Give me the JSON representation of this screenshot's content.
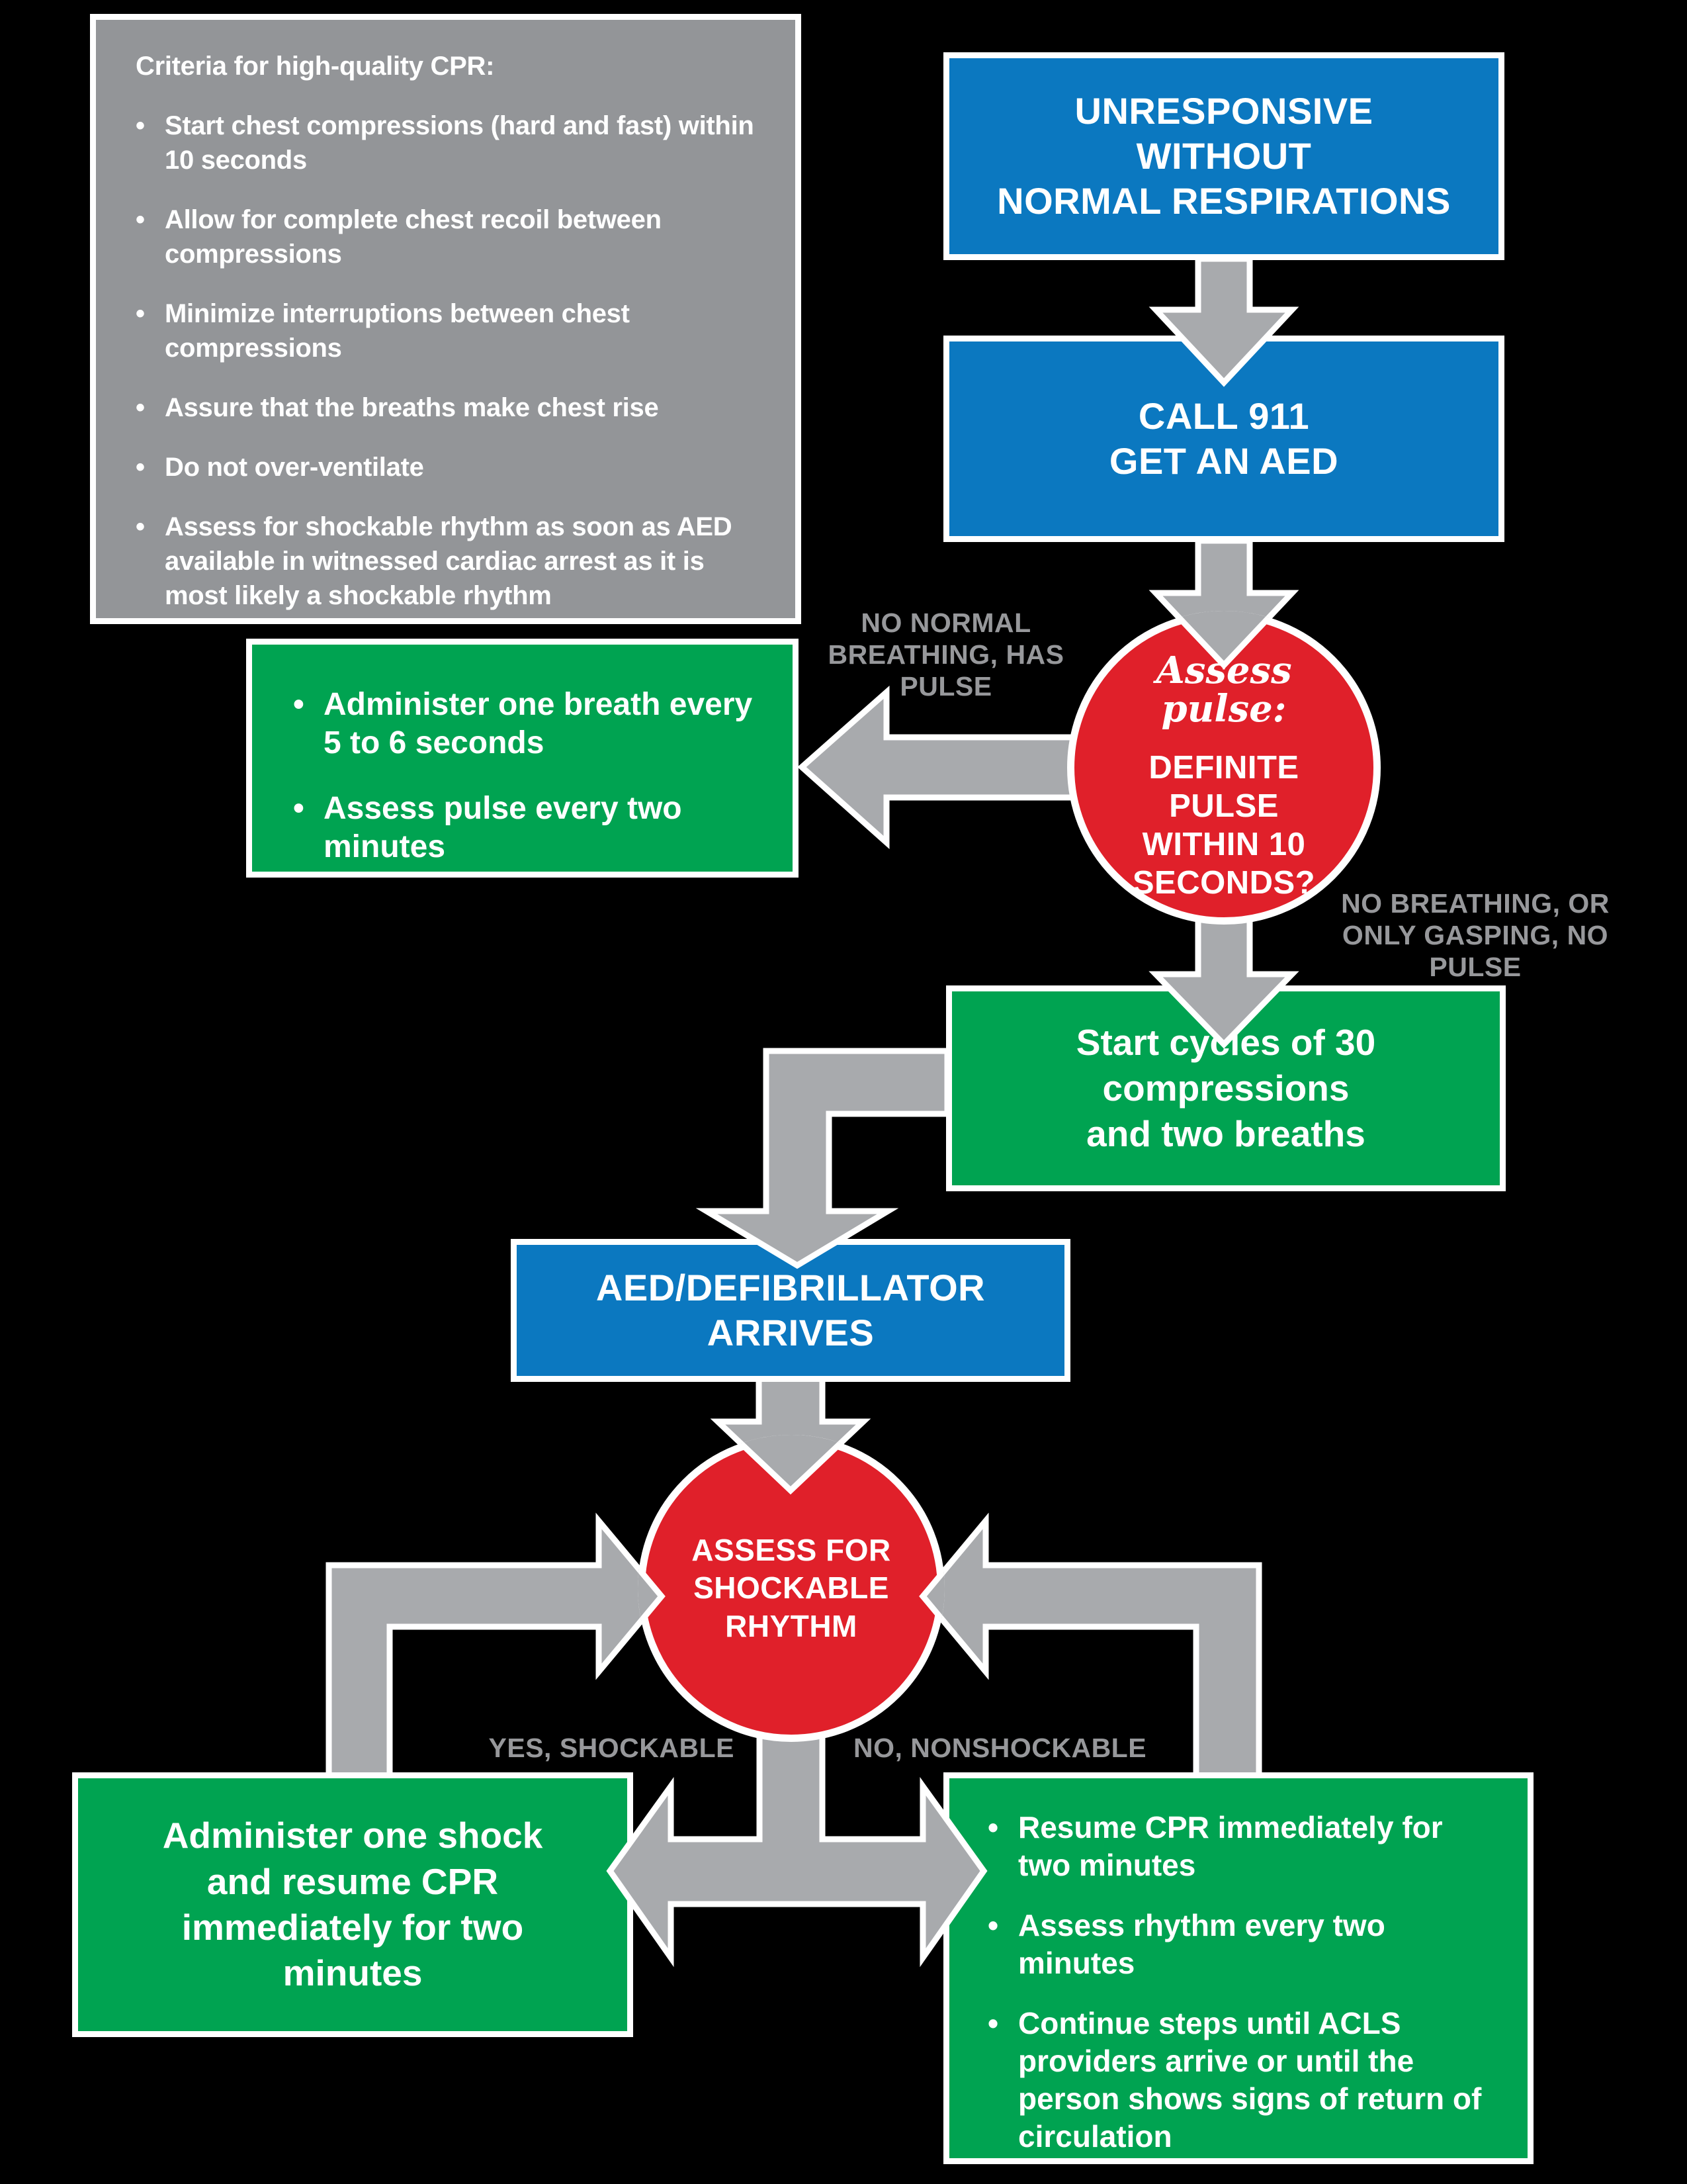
{
  "colors": {
    "background": "#000000",
    "node_blue": "#0b78c0",
    "node_green": "#00a351",
    "node_red": "#e0202a",
    "criteria_gray": "#939598",
    "arrow_gray": "#a8aaad",
    "label_gray": "#97989b",
    "outline_white": "#ffffff"
  },
  "ui": {
    "bullet": "•"
  },
  "criteria": {
    "title": "Criteria for high-quality CPR:",
    "items": [
      "Start chest compressions (hard and fast) within 10 seconds",
      "Allow for complete chest recoil between compressions",
      "Minimize interruptions between chest compressions",
      "Assure that the breaths make chest rise",
      "Do not over-ventilate",
      "Assess for shockable rhythm as soon as AED available in witnessed cardiac arrest as it is most likely a shockable rhythm"
    ]
  },
  "nodes": {
    "unresponsive": {
      "lines": [
        "UNRESPONSIVE",
        "WITHOUT",
        "NORMAL RESPIRATIONS"
      ]
    },
    "call911": {
      "lines": [
        "CALL 911",
        "GET AN AED"
      ]
    },
    "assess_pulse": {
      "heading_lines": [
        "Assess",
        "pulse:"
      ],
      "body_lines": [
        "DEFINITE",
        "PULSE",
        "WITHIN 10",
        "SECONDS?"
      ]
    },
    "rescue_breathing": {
      "bullets": [
        "Administer one breath every 5 to 6 seconds",
        "Assess pulse every two minutes"
      ]
    },
    "start_cycles": {
      "lines": [
        "Start cycles of 30",
        "compressions",
        "and two breaths"
      ]
    },
    "aed_arrives": {
      "lines": [
        "AED/DEFIBRILLATOR",
        "ARRIVES"
      ]
    },
    "assess_rhythm": {
      "lines": [
        "ASSESS FOR",
        "SHOCKABLE",
        "RHYTHM"
      ]
    },
    "administer_shock": {
      "lines": [
        "Administer one shock",
        "and resume CPR",
        "immediately for two",
        "minutes"
      ]
    },
    "resume_cpr": {
      "bullets": [
        "Resume CPR immediately for two minutes",
        "Assess rhythm every two minutes",
        "Continue steps until ACLS providers arrive or until the person shows signs of return of circulation"
      ]
    }
  },
  "edge_labels": {
    "no_normal_breathing": {
      "lines": [
        "NO NORMAL",
        "BREATHING, HAS",
        "PULSE"
      ]
    },
    "no_breathing": {
      "lines": [
        "NO BREATHING, OR",
        "ONLY GASPING, NO",
        "PULSE"
      ]
    },
    "yes_shockable": "YES, SHOCKABLE",
    "no_nonshockable": "NO, NONSHOCKABLE"
  }
}
